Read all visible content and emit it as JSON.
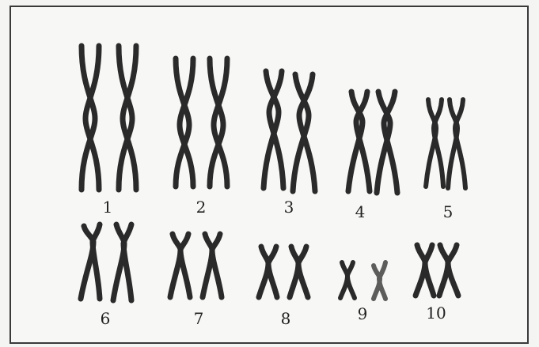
{
  "figure": {
    "pairs": [
      {
        "label": "1"
      },
      {
        "label": "2"
      },
      {
        "label": "3"
      },
      {
        "label": "4"
      },
      {
        "label": "5"
      },
      {
        "label": "6"
      },
      {
        "label": "7"
      },
      {
        "label": "8"
      },
      {
        "label": "9"
      },
      {
        "label": "10"
      }
    ]
  }
}
